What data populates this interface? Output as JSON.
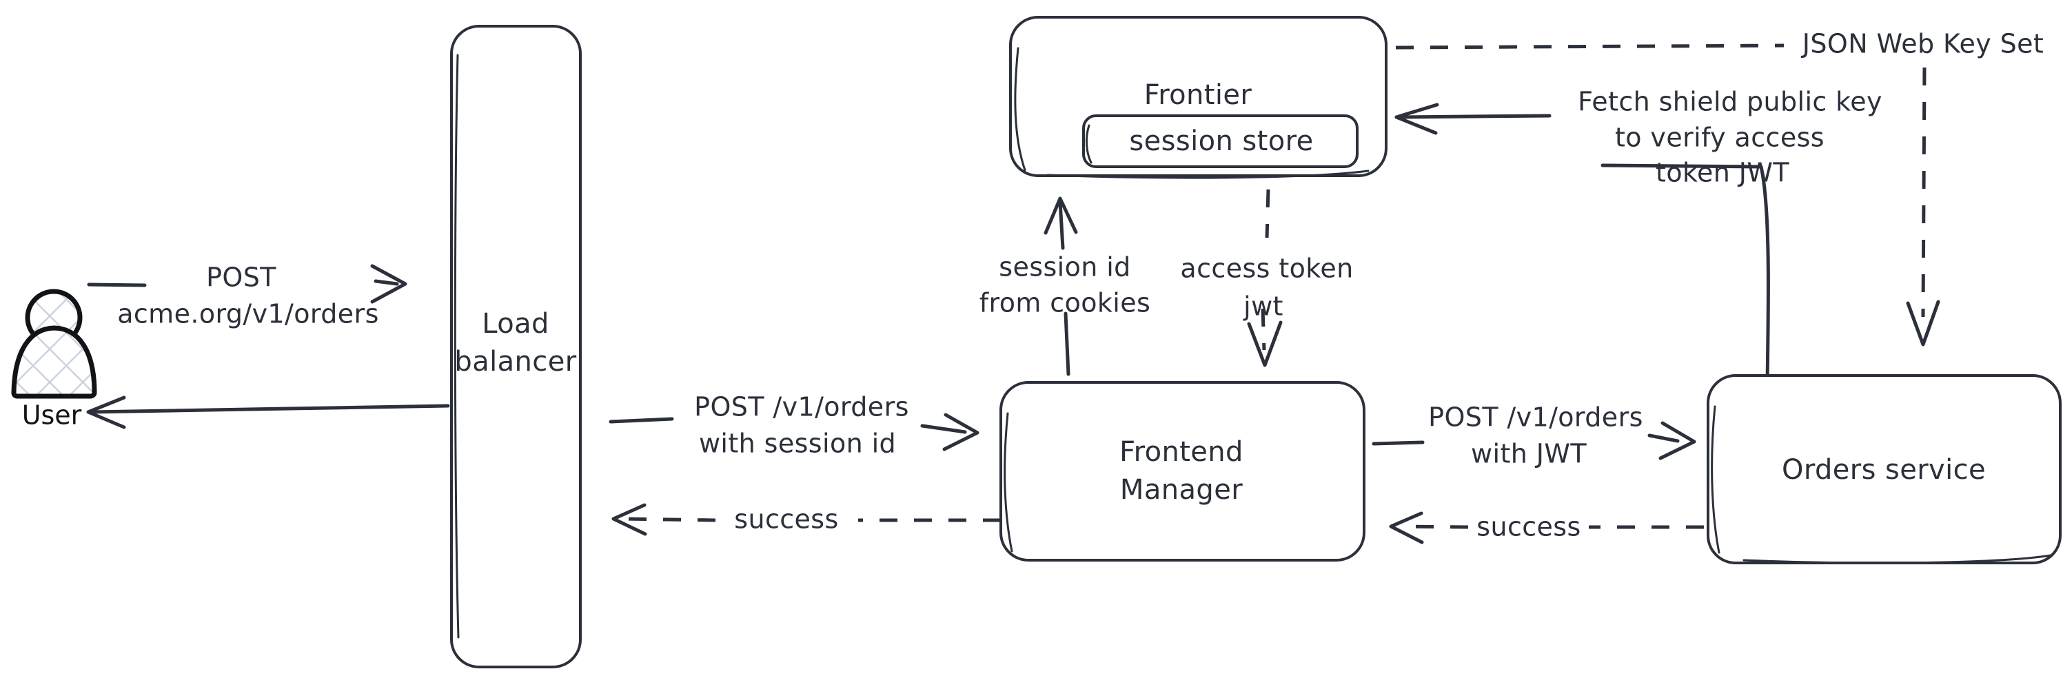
{
  "diagram": {
    "title": "Request flow with session and JWT exchange",
    "style": "hand-drawn",
    "background_color": "#ffffff",
    "stroke_color": "#2b303b",
    "accent_color": "#111317"
  },
  "actors": {
    "user": {
      "label": "User",
      "icon": "person-icon"
    }
  },
  "nodes": {
    "load_balancer": {
      "label_line1": "Load",
      "label_line2": "balancer"
    },
    "frontier": {
      "label": "Frontier"
    },
    "session_store": {
      "label": "session store"
    },
    "frontend_manager": {
      "label_line1": "Frontend",
      "label_line2": "Manager"
    },
    "orders_service": {
      "label": "Orders service"
    }
  },
  "edges": {
    "user_to_lb": {
      "label_line1": "POST",
      "label_line2": "acme.org/v1/orders",
      "style": "solid",
      "direction": "right"
    },
    "lb_to_user": {
      "label": "",
      "style": "solid",
      "direction": "left"
    },
    "lb_to_fm": {
      "label_line1": "POST /v1/orders",
      "label_line2": "with session id",
      "style": "solid",
      "direction": "right"
    },
    "fm_to_lb": {
      "label": "success",
      "style": "dashed",
      "direction": "left"
    },
    "fm_to_frontier": {
      "label_line1": "session id",
      "label_line2": "from cookies",
      "style": "solid",
      "direction": "up"
    },
    "frontier_to_fm": {
      "label_line1": "access token",
      "label_line2": "jwt",
      "style": "dashed",
      "direction": "down"
    },
    "fm_to_orders": {
      "label_line1": "POST /v1/orders",
      "label_line2": "with JWT",
      "style": "solid",
      "direction": "right"
    },
    "orders_to_fm": {
      "label": "success",
      "style": "dashed",
      "direction": "left"
    },
    "orders_to_frontier": {
      "label_line1": "Fetch shield public key",
      "label_line2": "to verify access",
      "label_line3": "token JWT",
      "style": "solid",
      "direction": "left"
    },
    "frontier_to_orders": {
      "label": "JSON Web Key Set",
      "style": "dashed",
      "direction": "down"
    }
  }
}
